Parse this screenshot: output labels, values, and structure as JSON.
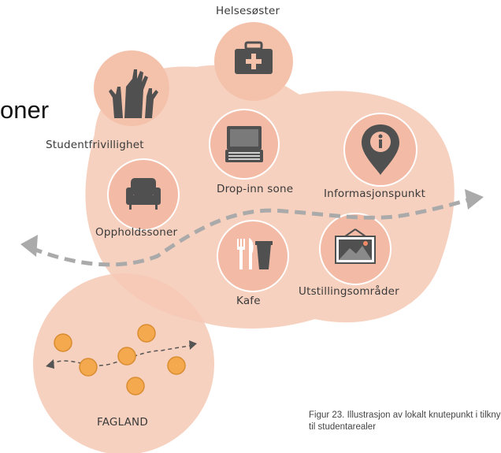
{
  "labels": {
    "helsesoster": "Helsesøster",
    "studentfrivillighet": "Studentfrivillighet",
    "dropinn": "Drop-inn sone",
    "informasjonspunkt": "Informasjonspunkt",
    "oppholdssoner": "Oppholdssoner",
    "kafe": "Kafe",
    "utstillingsomrader": "Utstillingsområder",
    "fagland": "FAGLAND"
  },
  "cut_text": "oner",
  "caption": {
    "line1": "Figur 23. Illustrasjon av lokalt knutepunkt i tilkny",
    "line2": "til studentarealer"
  },
  "icons": [
    "first-aid-kit-icon",
    "raised-hands-icon",
    "laptop-icon",
    "info-pin-icon",
    "armchair-icon",
    "cutlery-cup-icon",
    "picture-frame-icon"
  ],
  "colors": {
    "blob": "#f6c9b4",
    "circle": "#f3bba6",
    "circle_ring": "#ffffff",
    "icon": "#505050",
    "arrow": "#aaaaaa",
    "dot": "#f4a94f"
  }
}
